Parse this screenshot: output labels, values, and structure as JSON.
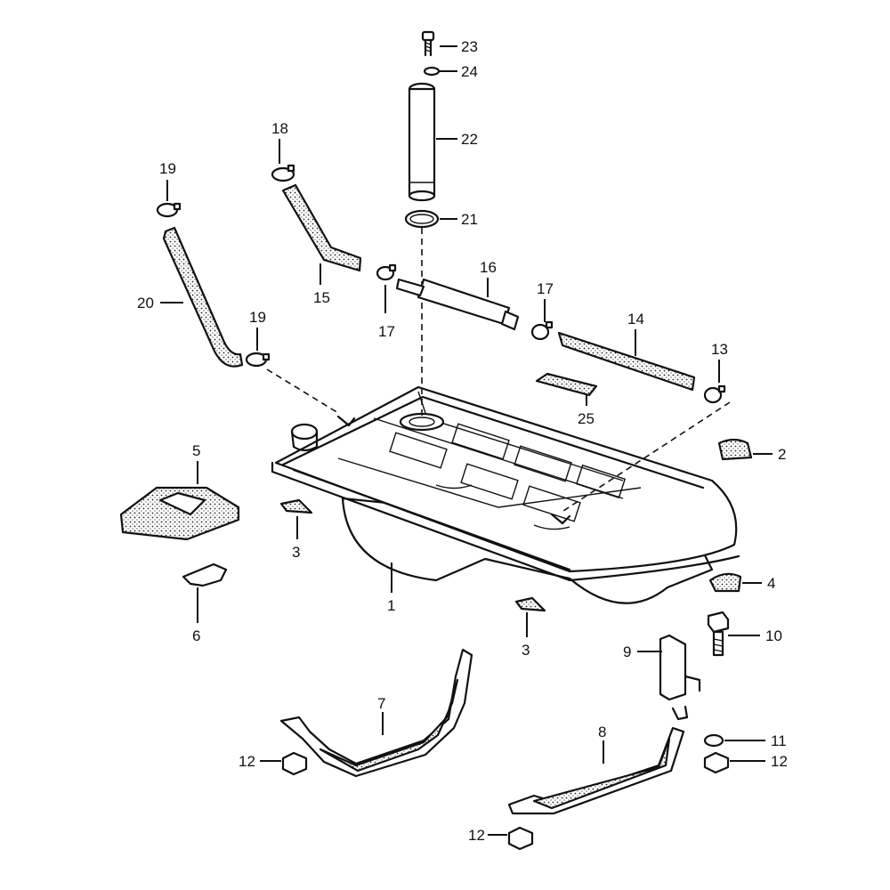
{
  "callouts": {
    "c1": "1",
    "c2": "2",
    "c3a": "3",
    "c3b": "3",
    "c4": "4",
    "c5": "5",
    "c6": "6",
    "c7": "7",
    "c8": "8",
    "c9": "9",
    "c10": "10",
    "c11": "11",
    "c12a": "12",
    "c12b": "12",
    "c12c": "12",
    "c13": "13",
    "c14": "14",
    "c15": "15",
    "c16": "16",
    "c17a": "17",
    "c17b": "17",
    "c18": "18",
    "c19a": "19",
    "c19b": "19",
    "c20": "20",
    "c21": "21",
    "c22": "22",
    "c23": "23",
    "c24": "24",
    "c25": "25"
  }
}
